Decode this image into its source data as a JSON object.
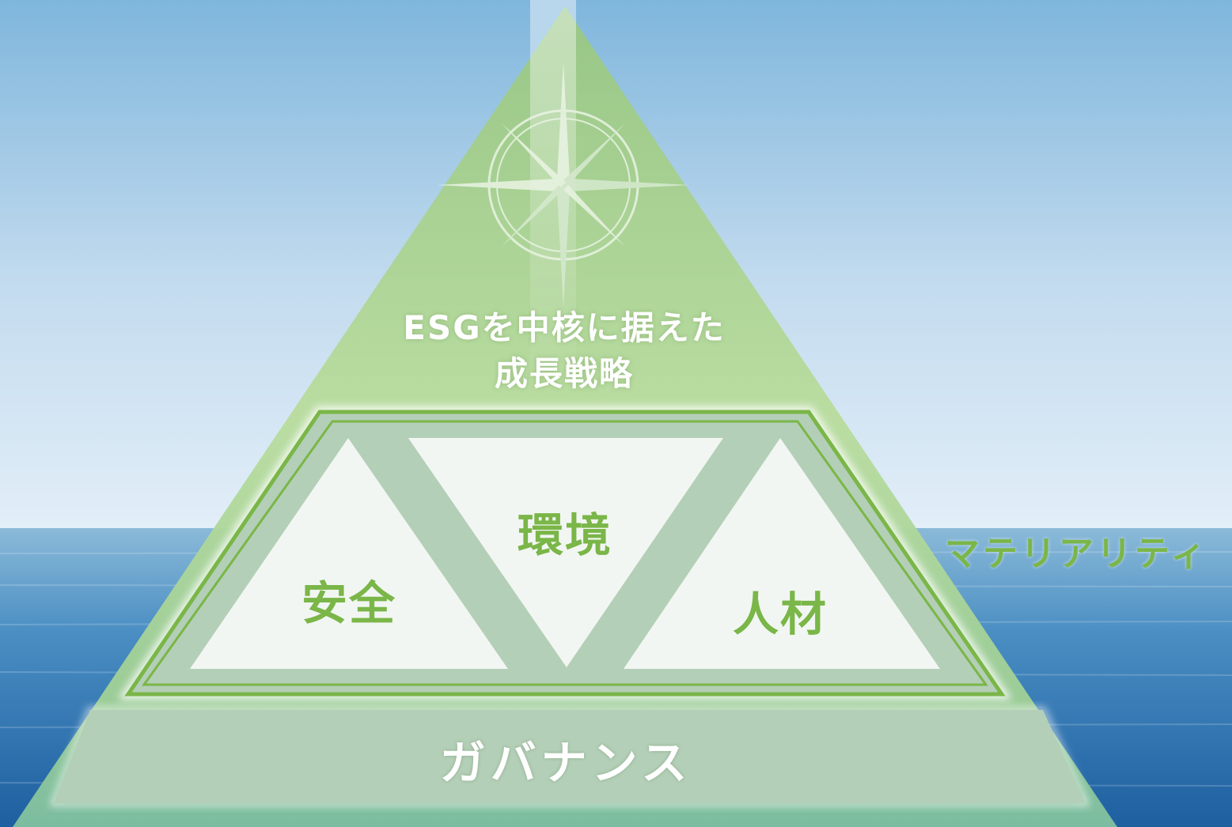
{
  "pyramid": {
    "apex_label_line1": "ESGを中核に据えた",
    "apex_label_line2": "成長戦略",
    "materiality_items": {
      "environment": "環境",
      "safety": "安全",
      "human_capital": "人材"
    },
    "materiality_label": "マテリアリティ",
    "base_label": "ガバナンス"
  },
  "colors": {
    "pyramid_green": "#a9d08e",
    "accent_green": "#7ab648",
    "panel_gray_green": "#b4cfb7",
    "panel_light": "#f2f6f2"
  },
  "icons": [
    "compass-rose-icon"
  ]
}
